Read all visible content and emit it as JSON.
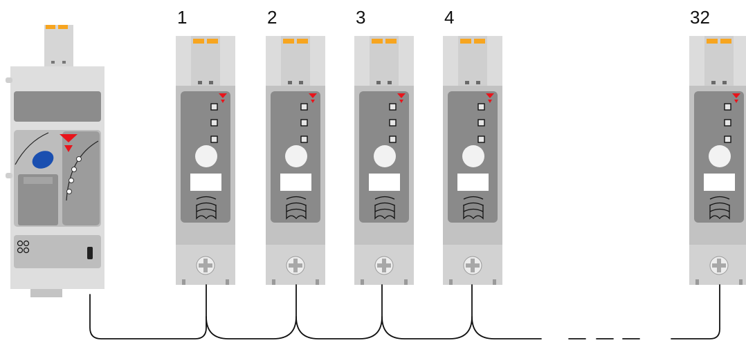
{
  "modules": [
    {
      "label": "1"
    },
    {
      "label": "2"
    },
    {
      "label": "3"
    },
    {
      "label": "4"
    },
    {
      "label": "32"
    }
  ],
  "colors": {
    "body_light": "#dcdcdc",
    "body_mid": "#c2c2c2",
    "panel_dark": "#8a8a8a",
    "connector_orange": "#f7a520",
    "brand_red": "#e8141b",
    "button_blue": "#1a4fb0",
    "cable": "#111111"
  }
}
